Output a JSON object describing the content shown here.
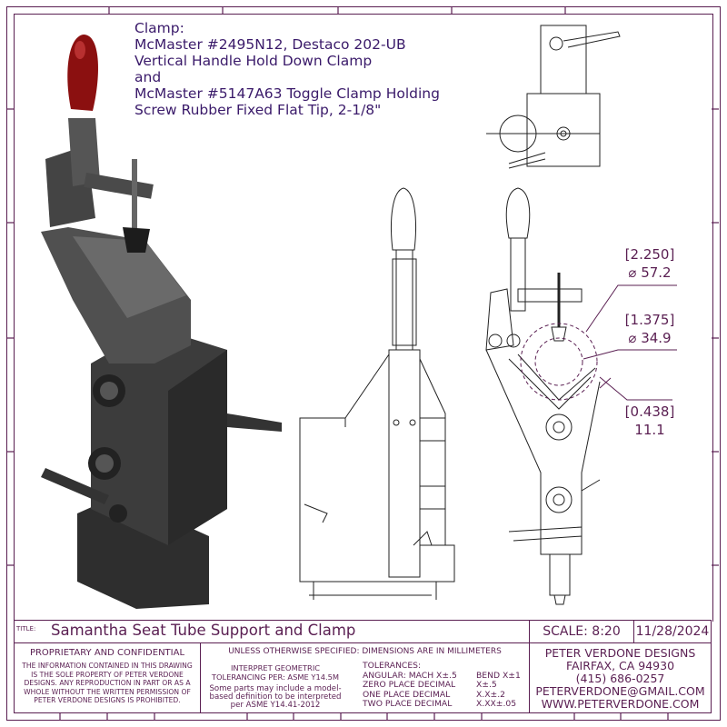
{
  "note": {
    "lines": [
      "Clamp:",
      "McMaster #2495N12, Destaco 202-UB",
      "Vertical Handle Hold Down Clamp",
      "and",
      "McMaster #5147A63 Toggle Clamp Holding",
      "Screw Rubber Fixed Flat Tip, 2-1/8\""
    ]
  },
  "dimensions": [
    {
      "inch": "[2.250]",
      "mm": "⌀ 57.2"
    },
    {
      "inch": "[1.375]",
      "mm": "⌀ 34.9"
    },
    {
      "inch": "[0.438]",
      "mm": "11.1"
    }
  ],
  "title_block": {
    "title_label": "TITLE:",
    "title": "Samantha Seat Tube Support and Clamp",
    "scale": "SCALE: 8:20",
    "date": "11/28/2024",
    "proprietary_heading": "PROPRIETARY AND CONFIDENTIAL",
    "proprietary_text": [
      "THE INFORMATION CONTAINED IN THIS DRAWING",
      "IS THE SOLE PROPERTY OF PETER VERDONE",
      "DESIGNS.  ANY  REPRODUCTION IN PART OR AS A",
      "WHOLE WITHOUT THE WRITTEN PERMISSION OF",
      "PETER VERDONE DESIGNS IS PROHIBITED."
    ],
    "units": "UNLESS OTHERWISE SPECIFIED: DIMENSIONS ARE IN MILLIMETERS",
    "gdt": [
      "INTERPRET GEOMETRIC",
      "TOLERANCING PER: ASME Y14.5M"
    ],
    "mbd": [
      "Some parts may include a model-",
      "based definition to be interpreted",
      "per ASME Y14.41-2012"
    ],
    "tolerances_heading": "TOLERANCES:",
    "tolerances": [
      {
        "label": "ANGULAR: MACH X±.5",
        "value": "BEND X±1"
      },
      {
        "label": "ZERO PLACE DECIMAL",
        "value": "X±.5"
      },
      {
        "label": "ONE PLACE DECIMAL",
        "value": "X.X±.2"
      },
      {
        "label": "TWO PLACE DECIMAL",
        "value": "X.XX±.05"
      }
    ],
    "company": [
      "PETER VERDONE DESIGNS",
      "FAIRFAX, CA 94930",
      "(415) 686-0257",
      "PETERVERDONE@GMAIL.COM",
      "WWW.PETERVERDONE.COM"
    ]
  },
  "colors": {
    "frame": "#5a1f52",
    "note": "#3a1a6a",
    "handle": "#8b1010",
    "body": "#3a3a3a"
  }
}
